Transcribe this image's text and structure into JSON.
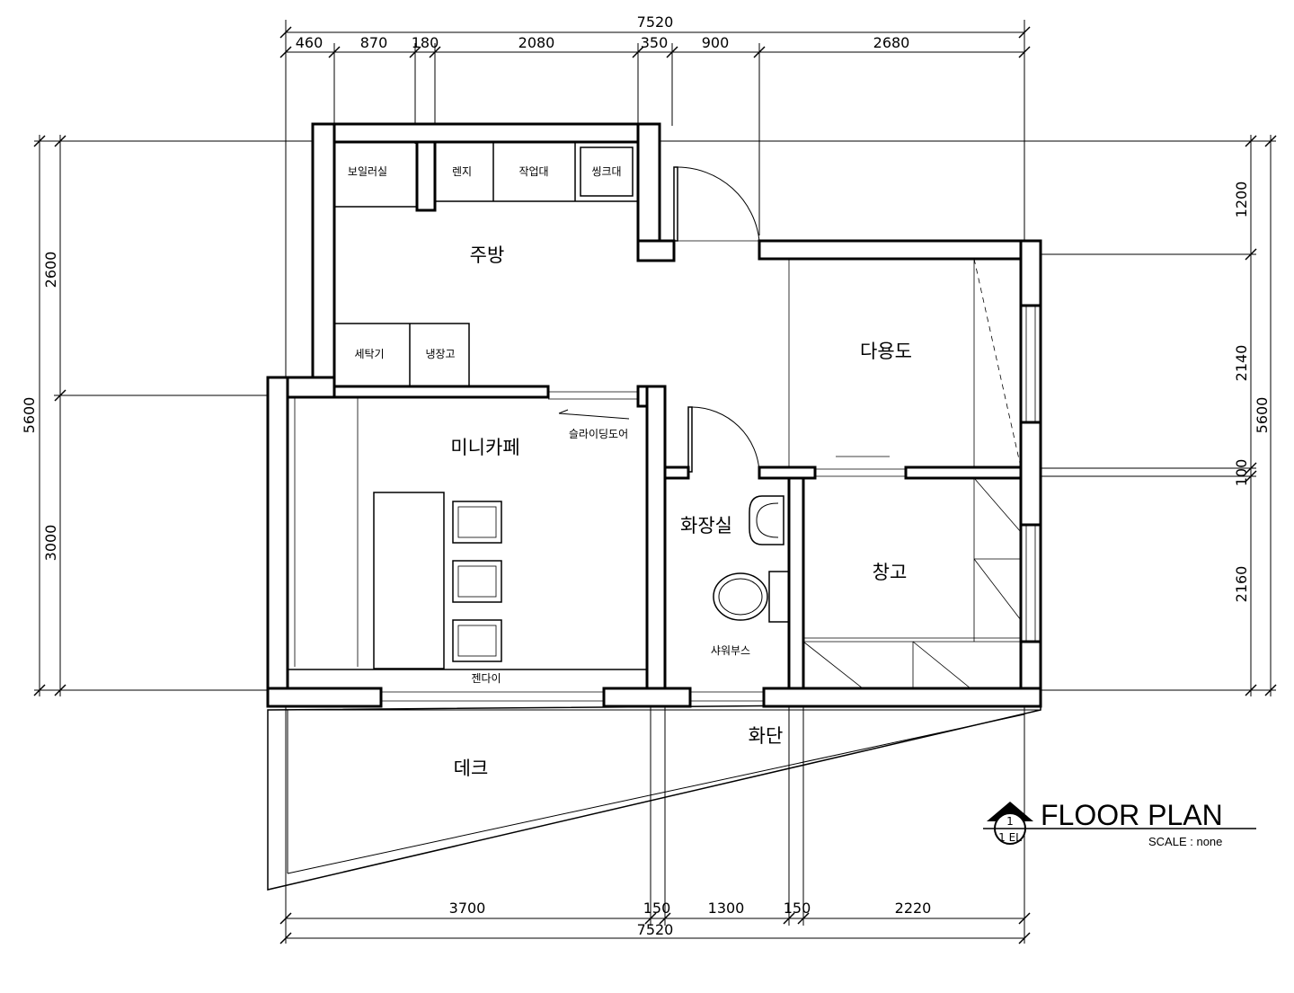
{
  "dimensions": {
    "top_total": "7520",
    "top_segments": [
      "460",
      "870",
      "180",
      "2080",
      "350",
      "900",
      "2680"
    ],
    "bottom_segments": [
      "3700",
      "150",
      "1300",
      "150",
      "2220"
    ],
    "bottom_total": "7520",
    "left_total": "5600",
    "left_segments": [
      "2600",
      "3000"
    ],
    "right_total": "5600",
    "right_segments": [
      "1200",
      "2140",
      "100",
      "2160"
    ]
  },
  "rooms": {
    "kitchen": "주방",
    "multipurpose": "다용도",
    "minicafe": "미니카페",
    "restroom": "화장실",
    "storage": "창고",
    "deck": "데크",
    "flowerbed": "화단"
  },
  "fixtures": {
    "boiler_room": "보일러실",
    "range": "렌지",
    "worktable": "작업대",
    "sink": "씽크대",
    "washer": "세탁기",
    "fridge": "냉장고",
    "sliding_door": "슬라이딩도어",
    "shower_booth": "샤워부스",
    "jendai": "젠다이"
  },
  "title_block": {
    "title": "FLOOR PLAN",
    "scale": "SCALE : none",
    "marker_number": "1",
    "marker_sheet": "1 EL"
  }
}
